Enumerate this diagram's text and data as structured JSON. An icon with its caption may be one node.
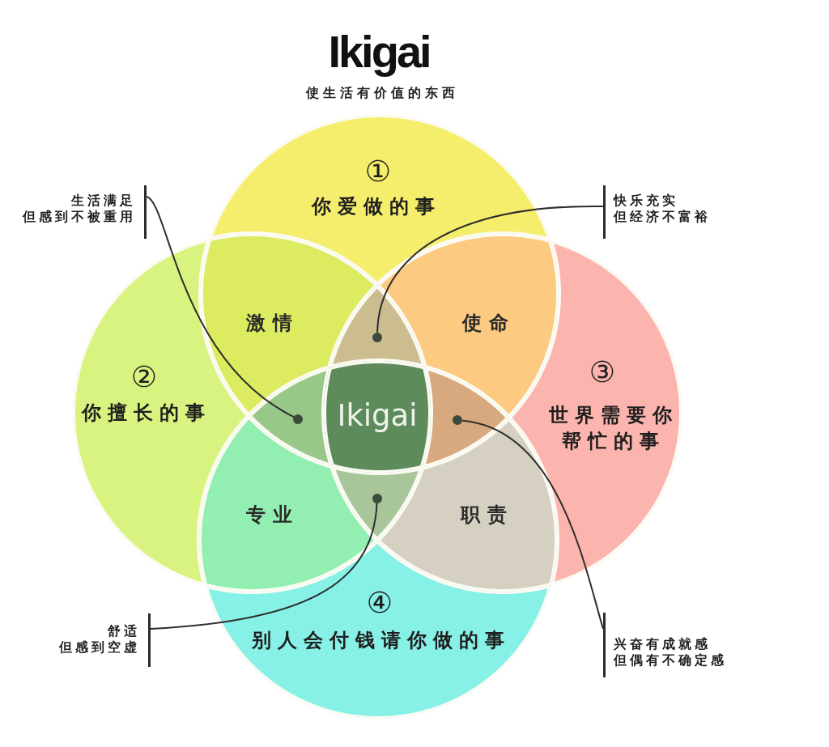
{
  "diagram": {
    "title": "Ikigai",
    "nodes": [
      {
        "text": [
          "①",
          "你爱做的事"
        ]
      },
      {
        "text": [
          "②",
          "你擅长的事"
        ]
      },
      {
        "text": [
          "③",
          "世界需要你帮忙的事"
        ]
      },
      {
        "text": [
          "④",
          "别人会付钱请你做的事"
        ]
      },
      {
        "text": [
          "激情"
        ]
      },
      {
        "text": [
          "使命"
        ]
      },
      {
        "text": [],
        "shape": "triangle"
      },
      {
        "text": [],
        "shape": "circle",
        "in": 6
      },
      {
        "text": [],
        "shape": "triangle"
      },
      {
        "text": [],
        "shape": "circle",
        "in": 8
      },
      {
        "text": [
          "Ikigai"
        ]
      },
      {
        "text": [],
        "shape": "triangle"
      },
      {
        "text": [],
        "shape": "circle",
        "in": 11
      },
      {
        "text": [],
        "shape": "triangle"
      },
      {
        "text": [],
        "shape": "circle",
        "in": 13
      },
      {
        "text": [
          "专业"
        ]
      },
      {
        "text": [
          "职责"
        ]
      },
      {
        "text": [
          "生活满足但感到不被重用"
        ]
      },
      {
        "text": [
          "快乐充实但经济不富裕"
        ]
      },
      {
        "text": [
          "舒适但感到空虚"
        ]
      },
      {
        "text": [
          "兴奋有成就感但偶有不确定感"
        ]
      }
    ],
    "edges": [
      {
        "from": 17,
        "to": 9,
        "arrow": "none"
      },
      {
        "from": 18,
        "to": 7,
        "arrow": "none"
      },
      {
        "from": 19,
        "to": 14,
        "arrow": "none"
      },
      {
        "from": 20,
        "to": 12,
        "arrow": "none"
      }
    ],
    "labels": [
      "使生活有价值的东西"
    ]
  }
}
